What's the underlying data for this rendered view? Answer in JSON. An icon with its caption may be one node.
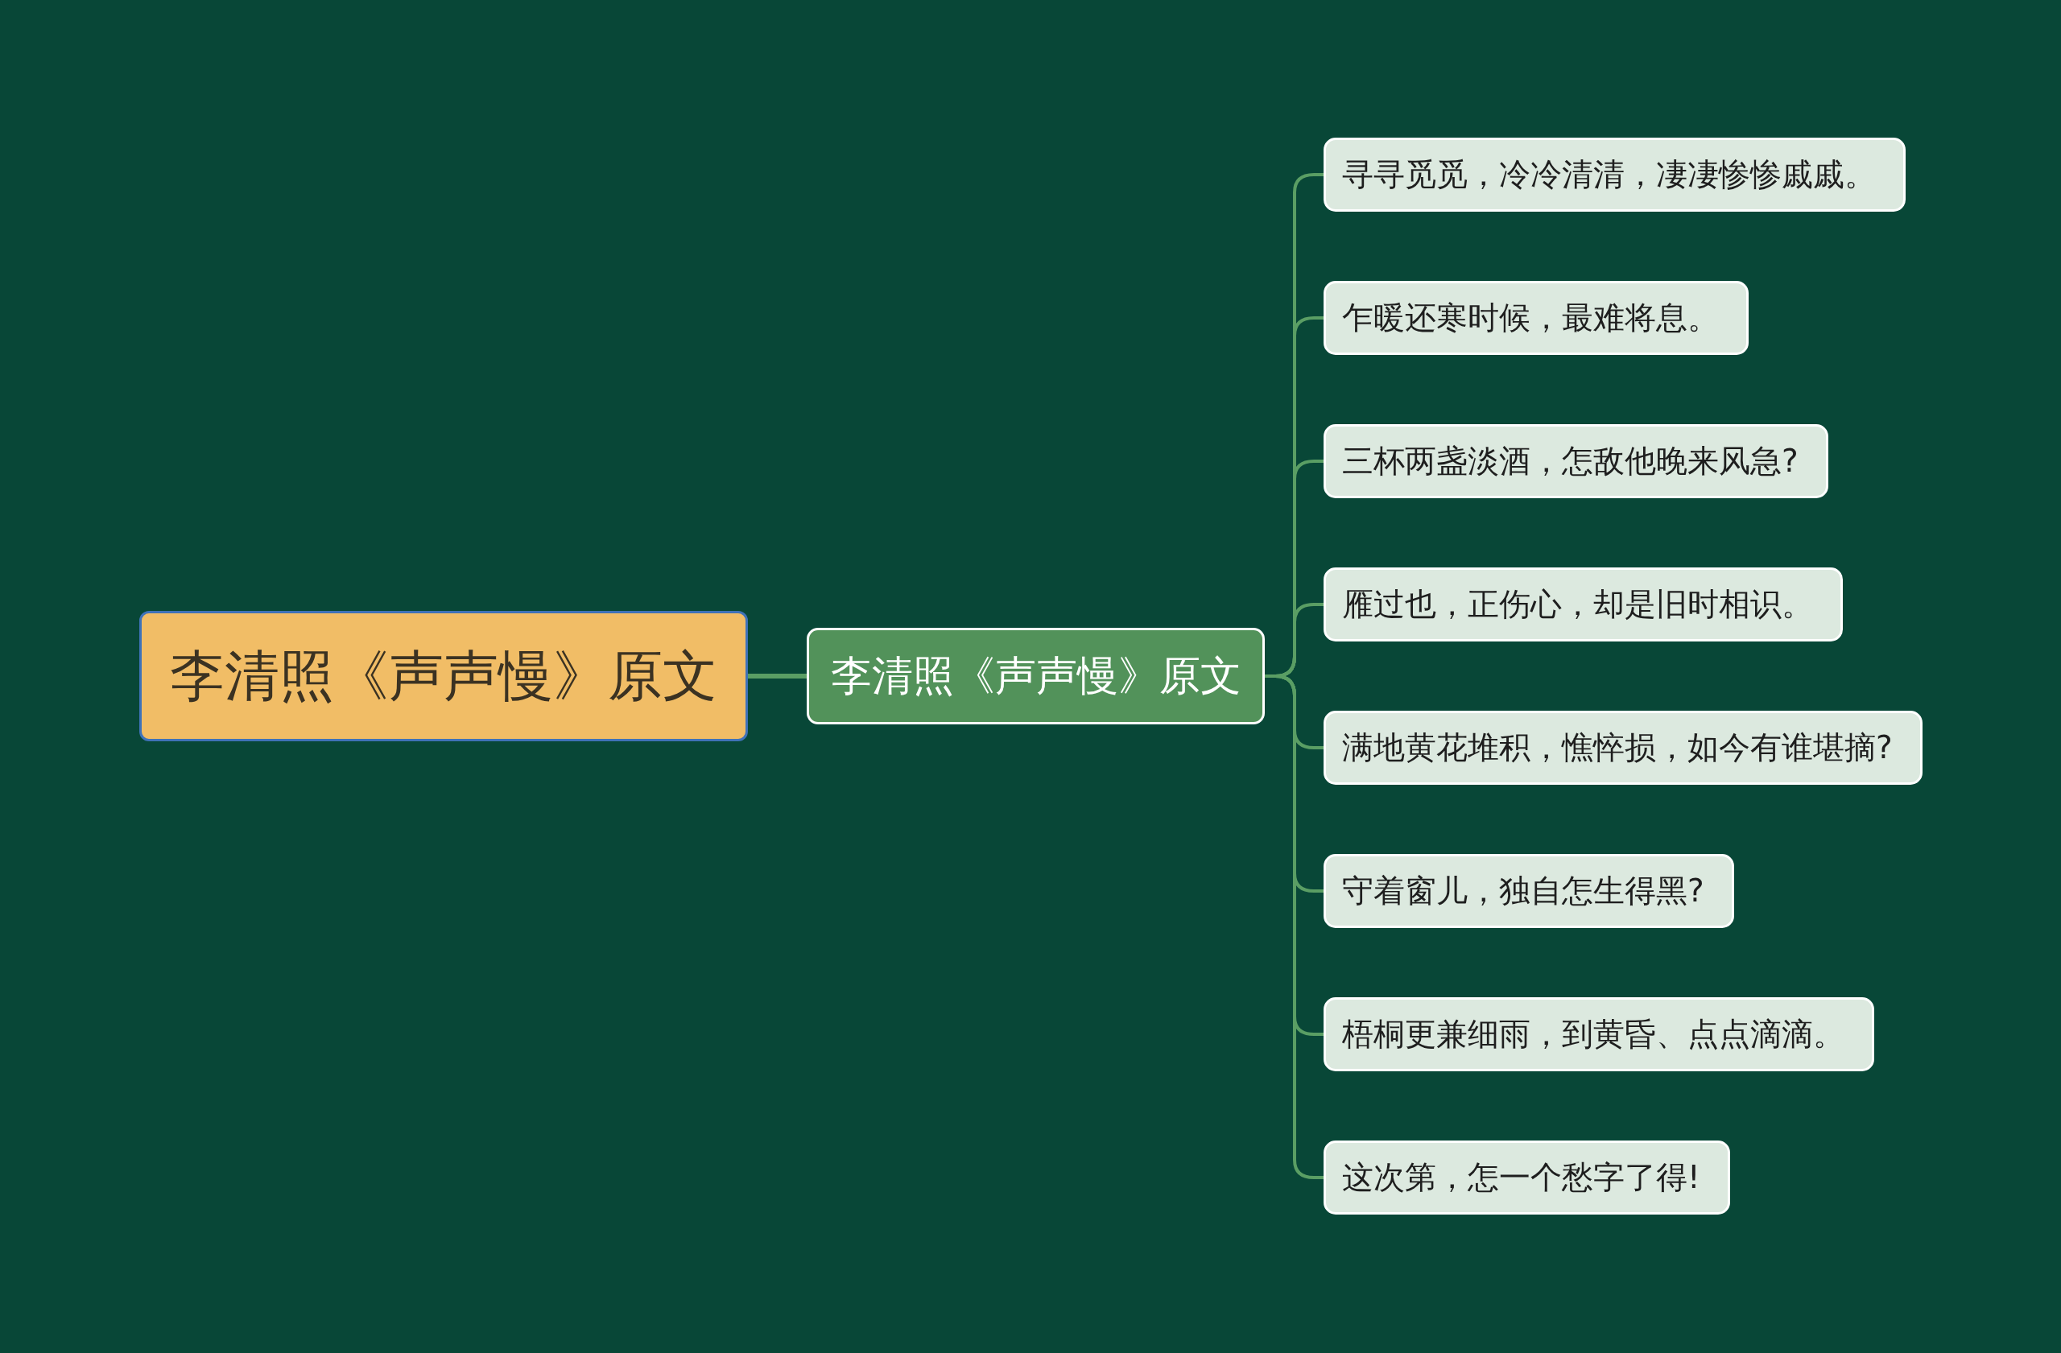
{
  "diagram": {
    "nodes": [
      {
        "text": [
          "李清照《声声慢》原文"
        ]
      },
      {
        "text": [
          "李清照《声声慢》原文"
        ]
      },
      {
        "text": [
          "寻寻觅觅，冷冷清清，凄凄惨惨戚戚。"
        ]
      },
      {
        "text": [
          "乍暖还寒时候，最难将息。"
        ]
      },
      {
        "text": [
          "三杯两盏淡酒，怎敌他晚来风急?"
        ]
      },
      {
        "text": [
          "雁过也，正伤心，却是旧时相识。"
        ]
      },
      {
        "text": [
          "满地黄花堆积，憔悴损，如今有谁堪摘?"
        ]
      },
      {
        "text": [
          "守着窗儿，独自怎生得黑?"
        ]
      },
      {
        "text": [
          "梧桐更兼细雨，到黄昏、点点滴滴。"
        ]
      },
      {
        "text": [
          "这次第，怎一个愁字了得!"
        ]
      }
    ],
    "edges": [
      {
        "from": 0,
        "to": 1,
        "arrow": "none"
      },
      {
        "from": 1,
        "to": 2,
        "arrow": "none"
      },
      {
        "from": 1,
        "to": 3,
        "arrow": "none"
      },
      {
        "from": 1,
        "to": 4,
        "arrow": "none"
      },
      {
        "from": 1,
        "to": 5,
        "arrow": "none"
      },
      {
        "from": 1,
        "to": 6,
        "arrow": "none"
      },
      {
        "from": 1,
        "to": 7,
        "arrow": "none"
      },
      {
        "from": 1,
        "to": 8,
        "arrow": "none"
      },
      {
        "from": 1,
        "to": 9,
        "arrow": "none"
      }
    ]
  }
}
